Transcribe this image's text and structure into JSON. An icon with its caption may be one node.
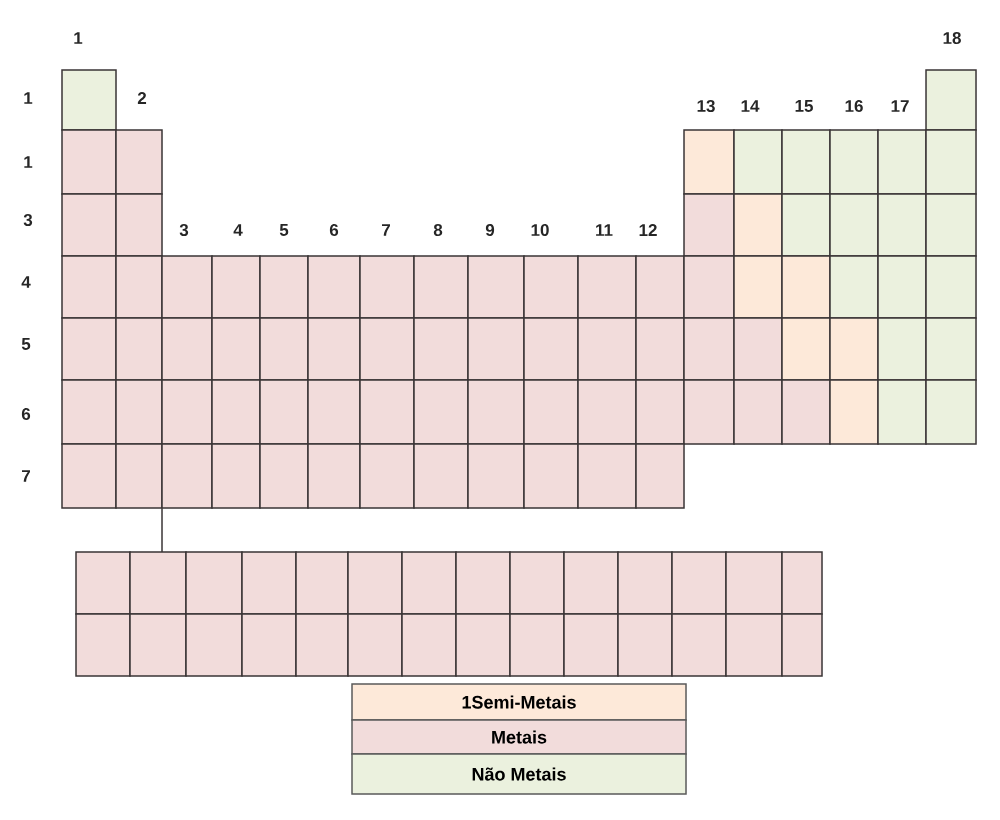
{
  "diagram": {
    "nodes": [
      {
        "text": [],
        "shape": "table"
      },
      {
        "text": [],
        "shape": "table"
      }
    ],
    "edges": [
      {
        "from": 0,
        "to": 1,
        "arrow": "none"
      }
    ],
    "labels": [
      "1",
      "18",
      "1",
      "2",
      "13",
      "14",
      "15",
      "16",
      "17",
      "1",
      "3",
      "3",
      "4",
      "5",
      "6",
      "7",
      "8",
      "9",
      "10",
      "11",
      "12",
      "4",
      "5",
      "6",
      "7"
    ],
    "legend": [
      {
        "text": "1Semi-Metais",
        "color": "#fde9d9"
      },
      {
        "text": "Metais",
        "color": "#f2dcdb"
      },
      {
        "text": "Não Metais",
        "color": "#ebf1de"
      }
    ]
  }
}
